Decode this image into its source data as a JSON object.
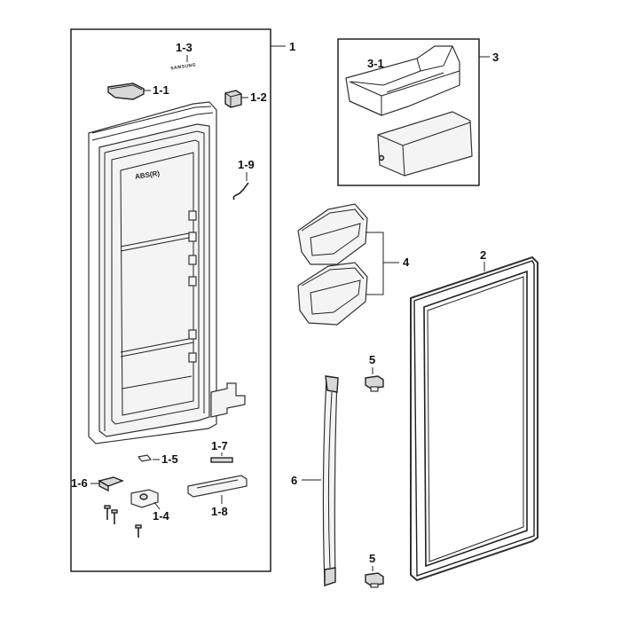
{
  "labels": {
    "door": "1",
    "gasket": "2",
    "guard_assy": "3",
    "guard_part": "3-1",
    "bins": "4",
    "screw_hinge": "5",
    "handle": "6",
    "part_1_1": "1-1",
    "part_1_2": "1-2",
    "part_1_3": "1-3",
    "part_1_4": "1-4",
    "part_1_5": "1-5",
    "part_1_6": "1-6",
    "part_1_7": "1-7",
    "part_1_8": "1-8",
    "part_1_9": "1-9",
    "screw_hinge_bottom": "5"
  },
  "door_text": {
    "abs_mark": "ABS(R)",
    "logo": "SAMSUNG"
  }
}
